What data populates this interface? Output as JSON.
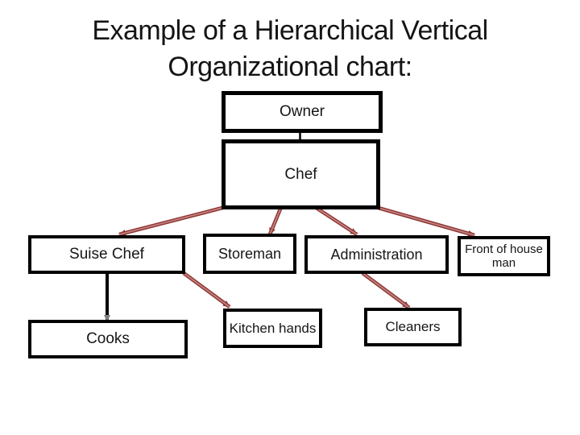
{
  "title": {
    "line1": "Example of a Hierarchical Vertical",
    "line2": "Organizational chart:"
  },
  "org_chart": {
    "type": "org-hierarchy",
    "nodes": [
      {
        "id": "owner",
        "label": "Owner",
        "parent": null
      },
      {
        "id": "chef",
        "label": "Chef",
        "parent": "owner"
      },
      {
        "id": "suise-chef",
        "label": "Suise Chef",
        "parent": "chef"
      },
      {
        "id": "storeman",
        "label": "Storeman",
        "parent": "chef"
      },
      {
        "id": "administration",
        "label": "Administration",
        "parent": "chef"
      },
      {
        "id": "front-of-house-man",
        "label": "Front of house man",
        "parent": "chef"
      },
      {
        "id": "cooks",
        "label": "Cooks",
        "parent": "suise-chef"
      },
      {
        "id": "kitchen-hands",
        "label": "Kitchen hands",
        "parent": "suise-chef"
      },
      {
        "id": "cleaners",
        "label": "Cleaners",
        "parent": "administration"
      }
    ]
  },
  "colors": {
    "background": "#ffffff",
    "box_fill": "#ffffff",
    "box_border": "#000000",
    "text": "#161616",
    "connector_black": "#000000",
    "connector_dark_red": "#8e3331",
    "connector_light_red": "#c2837f",
    "arrow_gray": "#7f7f7f"
  }
}
